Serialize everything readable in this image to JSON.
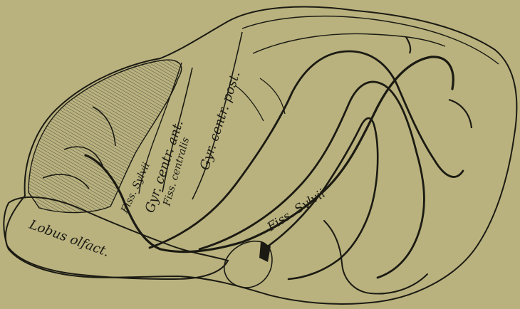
{
  "figure": {
    "background": "#b9b27f",
    "ink": "#1b1a12",
    "hatch": "#4a473a",
    "labels": {
      "gyr_centr_ant": "Gyr. centr. ant.",
      "fiss_centralis": "Fiss. centralis",
      "gyr_centr_post": "Gyr. centr. post.",
      "fiss_sylvii_front": "Fiss. Sylvii",
      "fiss_sylvii": "Fiss. Sylvii",
      "lobus_olfact": "Lobus olfact."
    }
  }
}
